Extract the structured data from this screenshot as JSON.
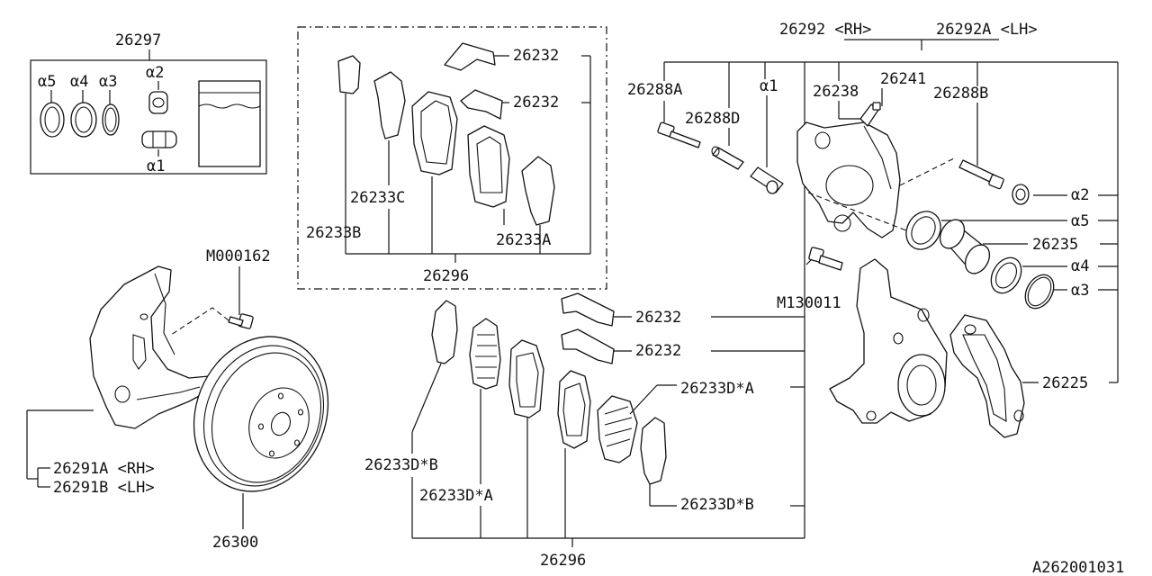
{
  "diagram_code": "A262001031",
  "labels": {
    "kit_26297": "26297",
    "a5": "α5",
    "a4": "α4",
    "a3": "α3",
    "a2": "α2",
    "a1": "α1",
    "p26232_1": "26232",
    "p26232_2": "26232",
    "p26232_3": "26232",
    "p26232_4": "26232",
    "p26233C": "26233C",
    "p26233B": "26233B",
    "p26233A": "26233A",
    "p26296_top": "26296",
    "p26296_bottom": "26296",
    "p26292_rh": "26292 <RH>",
    "p26292A_lh": "26292A <LH>",
    "p26288A": "26288A",
    "p26288D": "26288D",
    "p26288B": "26288B",
    "p26238": "26238",
    "p26241": "26241",
    "r_a2": "α2",
    "r_a5": "α5",
    "r_a4": "α4",
    "r_a3": "α3",
    "p26235": "26235",
    "M130011": "M130011",
    "M000162": "M000162",
    "p26291A": "26291A <RH>",
    "p26291B": "26291B <LH>",
    "p26300": "26300",
    "p26225": "26225",
    "p26233DA_upper": "26233D*A",
    "p26233DA_lower": "26233D*A",
    "p26233DB_left": "26233D*B",
    "p26233DB_right": "26233D*B",
    "d_a1": "α1"
  }
}
